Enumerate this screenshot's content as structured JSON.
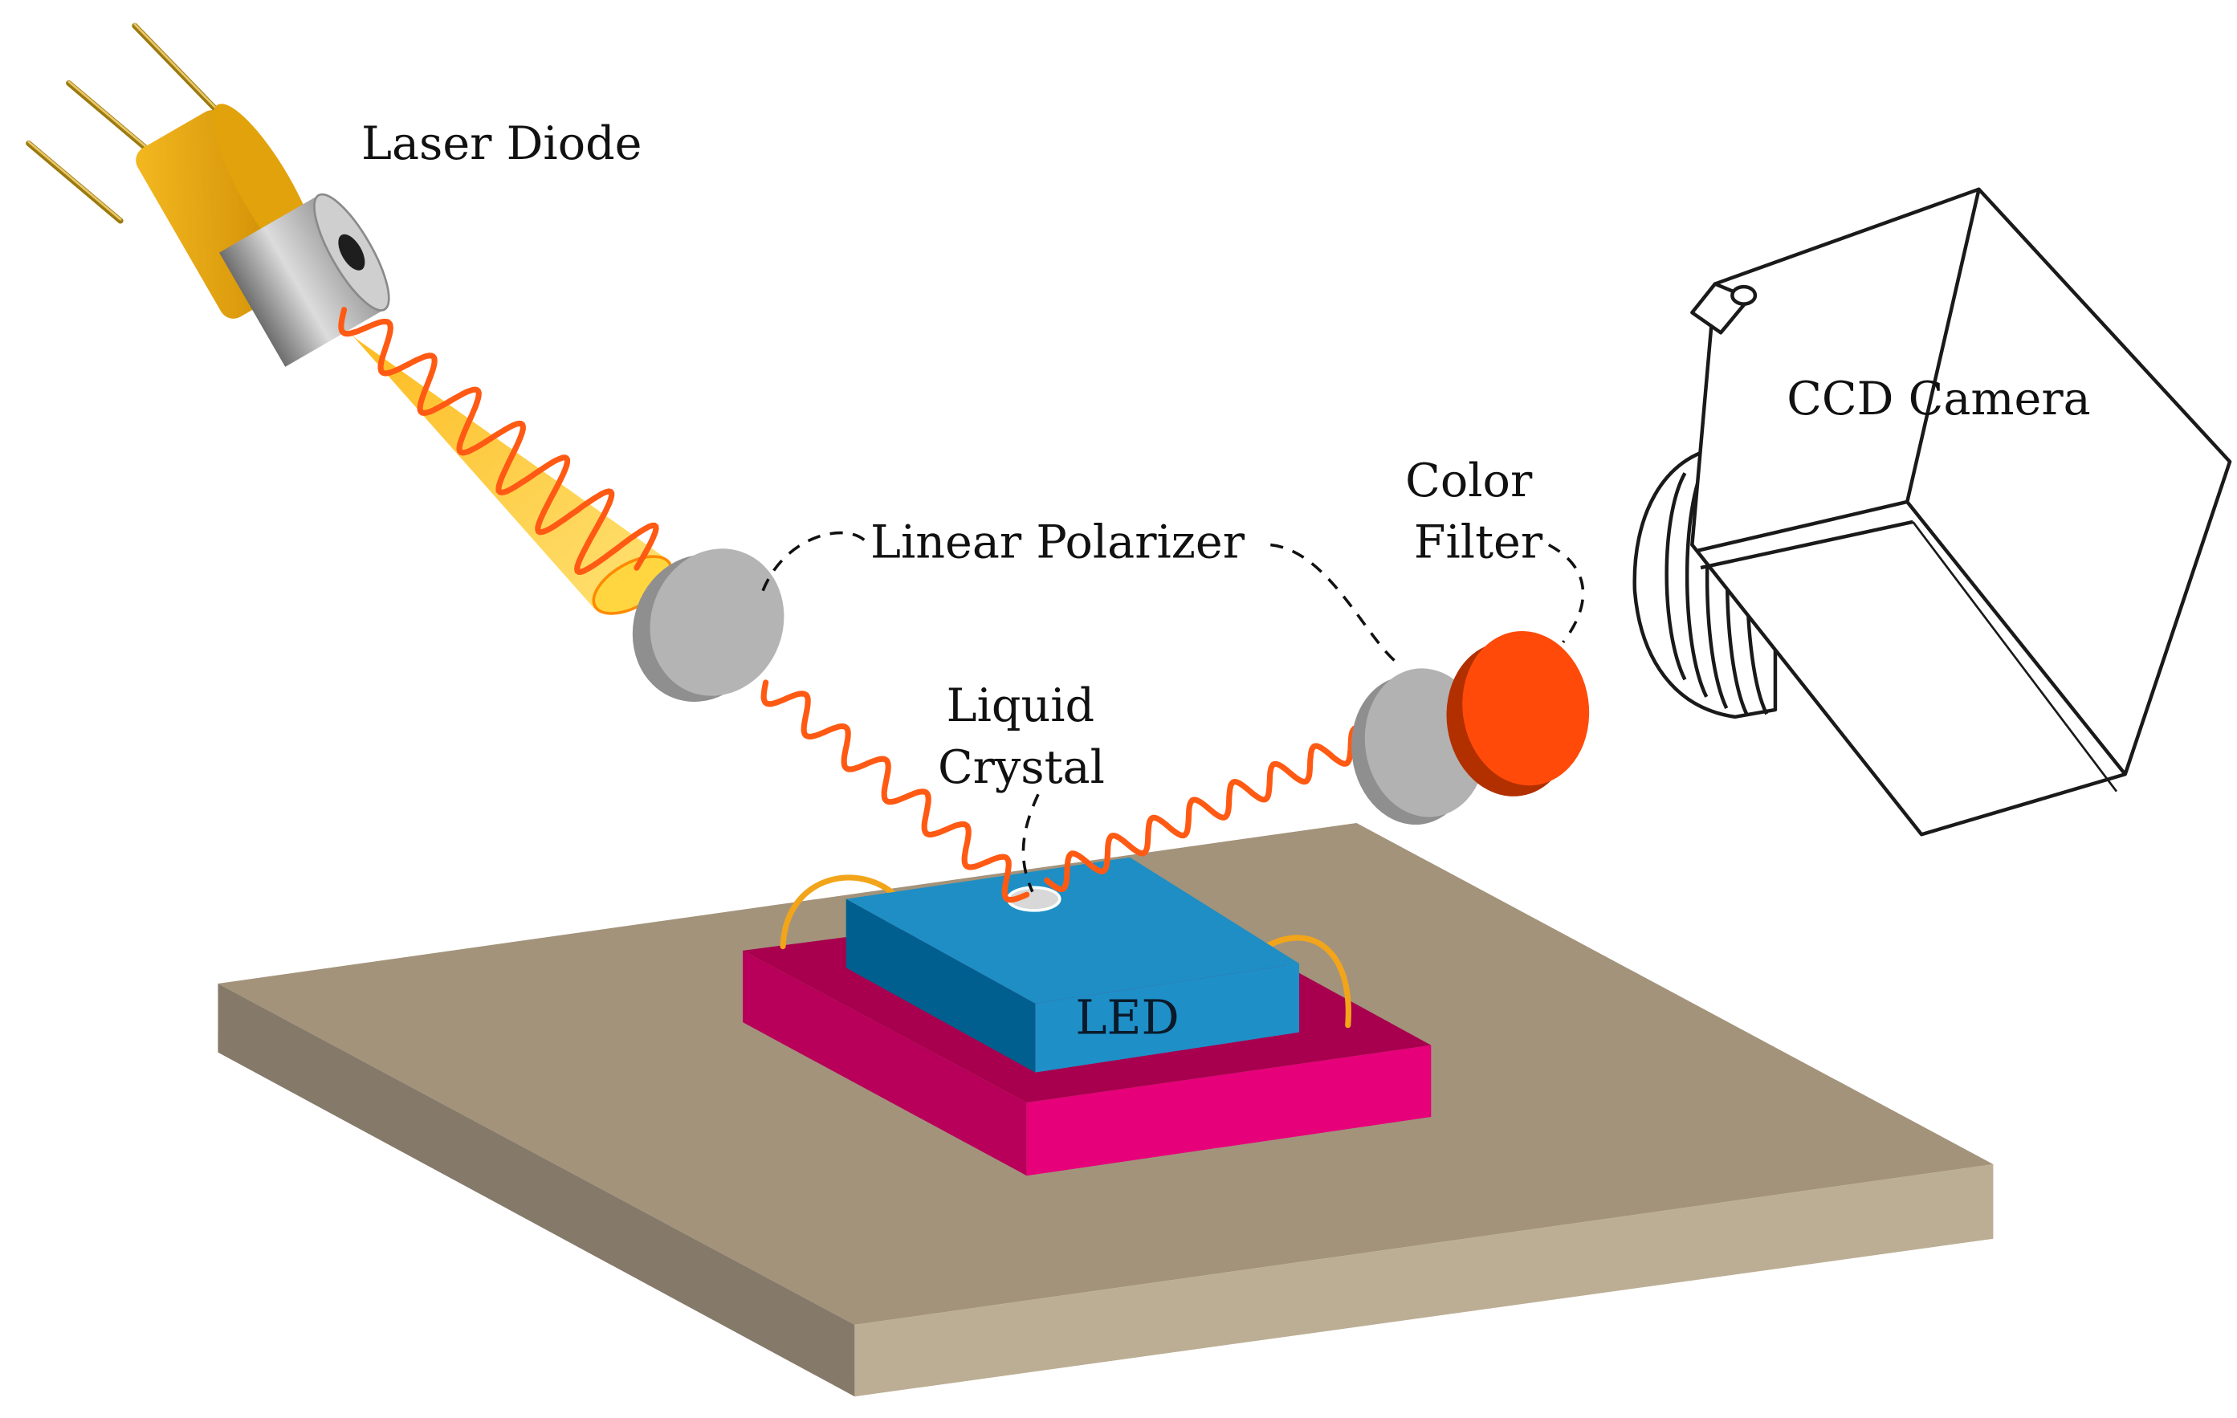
{
  "labels": {
    "laser_diode": "Laser Diode",
    "linear_polarizer": "Linear Polarizer",
    "color_filter_line1": "Color",
    "color_filter_line2": "Filter",
    "ccd_camera": "CCD Camera",
    "liquid_crystal_line1": "Liquid",
    "liquid_crystal_line2": "Crystal",
    "led": "LED"
  },
  "colors": {
    "background": "#ffffff",
    "table_top": "#a3937b",
    "table_front": "#bcae94",
    "table_side": "#85796a",
    "pcb_top": "#a8004e",
    "pcb_front": "#e6007a",
    "led_top": "#1e8ec4",
    "led_side": "#005f8e",
    "beam": "#ff5a14",
    "laser_cone": "#ffc400",
    "diode_cap": "#e8a400",
    "polarizer": "#a9a9a9",
    "filter": "#ff4a0a",
    "wire": "#f2a51a"
  },
  "icons": [
    "laser-diode-icon",
    "linear-polarizer-icon",
    "color-filter-icon",
    "ccd-camera-icon",
    "led-chip-icon",
    "optical-table-icon"
  ]
}
